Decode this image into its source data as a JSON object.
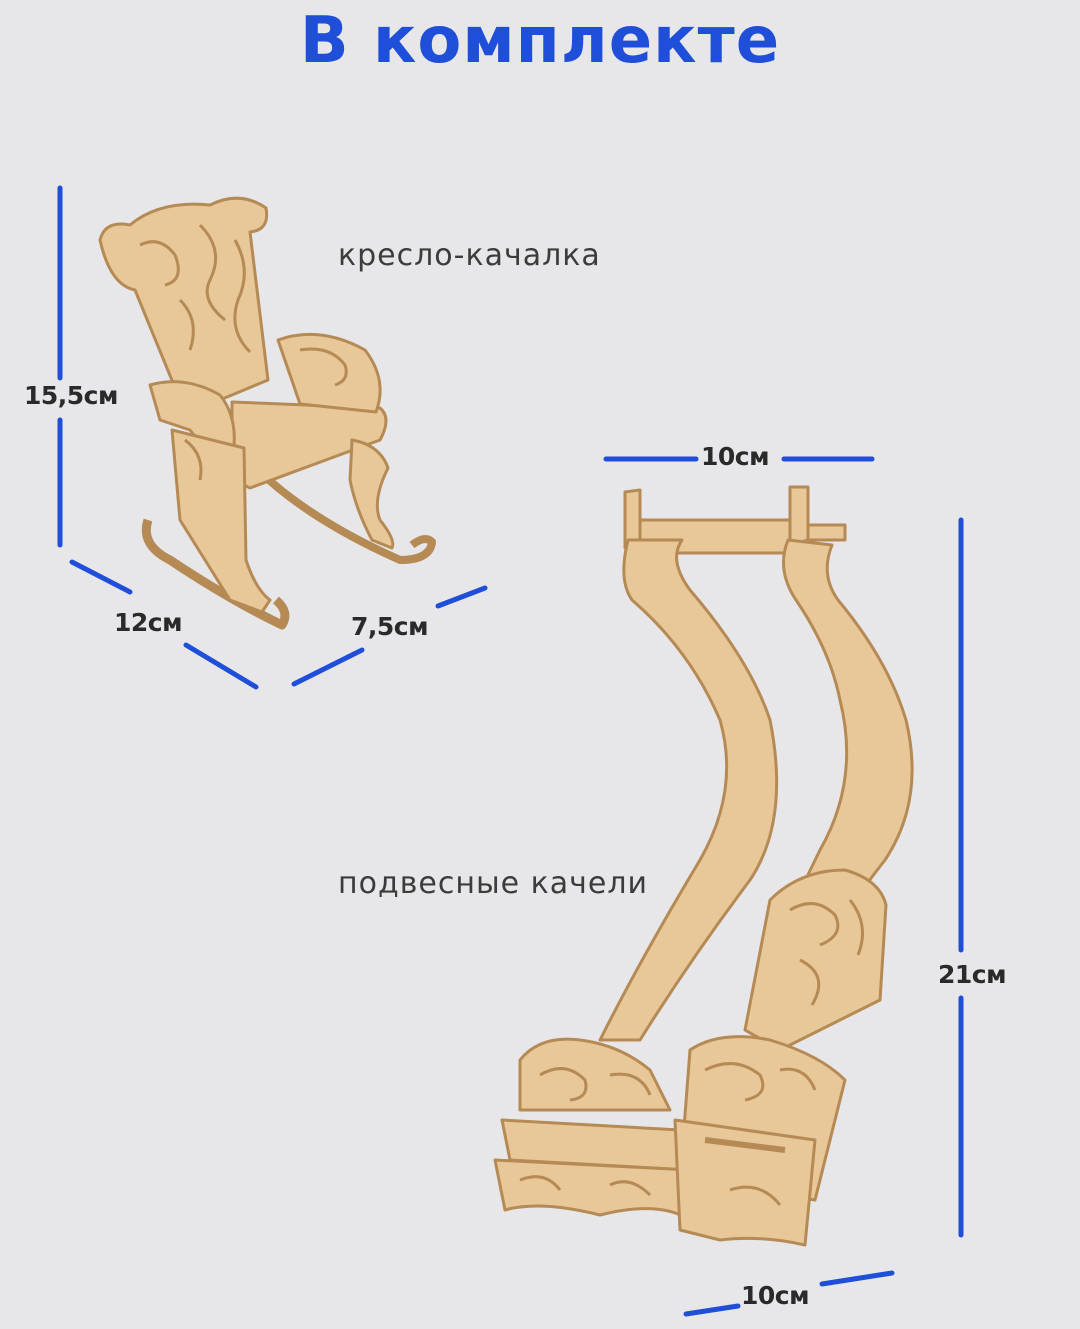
{
  "title": "В комплекте",
  "colors": {
    "accent": "#1f4ed8",
    "wood": "#e8c898",
    "wood_stroke": "#b58a55",
    "background": "#e7e7e9"
  },
  "items": [
    {
      "label": "кресло-качалка",
      "dimensions": {
        "height": "15,5см",
        "depth": "12см",
        "width": "7,5см"
      }
    },
    {
      "label": "подвесные качели",
      "dimensions": {
        "top_width": "10см",
        "height": "21см",
        "bottom_width": "10см"
      }
    }
  ]
}
